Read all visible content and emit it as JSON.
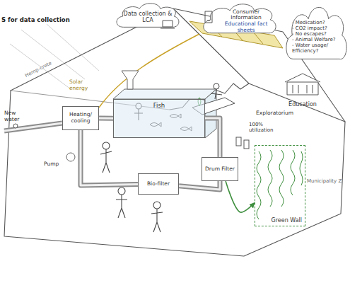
{
  "diagram": {
    "nodes": [
      {
        "text": [
          "Data collection & LCA"
        ]
      },
      {
        "text": [
          "Consumer Information",
          "Educational fact sheets"
        ]
      },
      {
        "text": [
          "- Medication?",
          "- CO2 impact?",
          "- No escapes?",
          "- Animal Welfare?",
          "- Water usage/ Efficiency?"
        ]
      },
      {
        "text": [
          "Education"
        ]
      },
      {
        "text": [
          "Heating/ cooling"
        ]
      },
      {
        "text": [
          "Fish"
        ]
      },
      {
        "text": [
          "Bio-filter"
        ]
      },
      {
        "text": [
          "Drum Filter"
        ]
      },
      {
        "text": [
          "Green Wall"
        ]
      }
    ],
    "edges": [
      {
        "from": 4,
        "to": 5,
        "arrow": "none"
      },
      {
        "from": 5,
        "to": 7,
        "arrow": "none"
      },
      {
        "from": 7,
        "to": 6,
        "arrow": "none"
      },
      {
        "from": 6,
        "to": 4,
        "arrow": "none"
      },
      {
        "from": 7,
        "to": 8,
        "arrow": "to"
      }
    ],
    "labels": [
      "S for data collection",
      "Hemp-crete",
      "Solar energy",
      "New water",
      "Pump",
      "Exploratorium",
      "100% utilization",
      "Municipality Z"
    ]
  }
}
